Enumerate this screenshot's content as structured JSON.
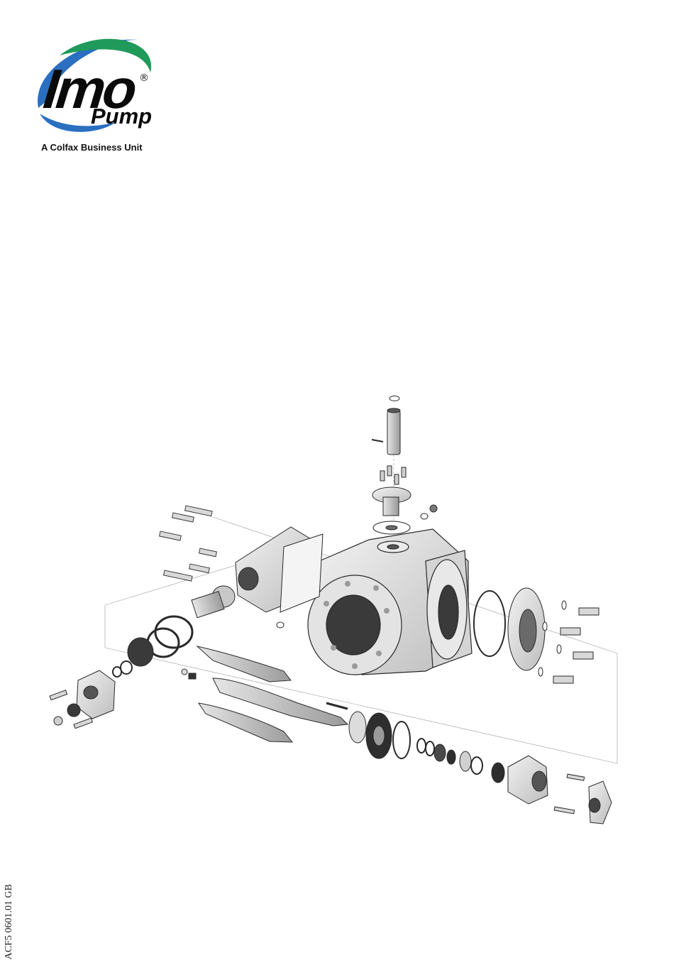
{
  "brand": {
    "name": "Imo",
    "registered_mark": "®",
    "product": "Pump",
    "tagline": "A Colfax Business Unit",
    "colors": {
      "green": "#1f9a5a",
      "blue": "#2a6fc0",
      "black": "#0a0a0a"
    }
  },
  "illustration": {
    "subject": "exploded-view-screw-pump",
    "colors": {
      "part_fill": "#d9d9d9",
      "part_dark": "#6a6a6a",
      "line": "#2a2a2a"
    }
  },
  "document_code": "ACF5 0601.01 GB"
}
